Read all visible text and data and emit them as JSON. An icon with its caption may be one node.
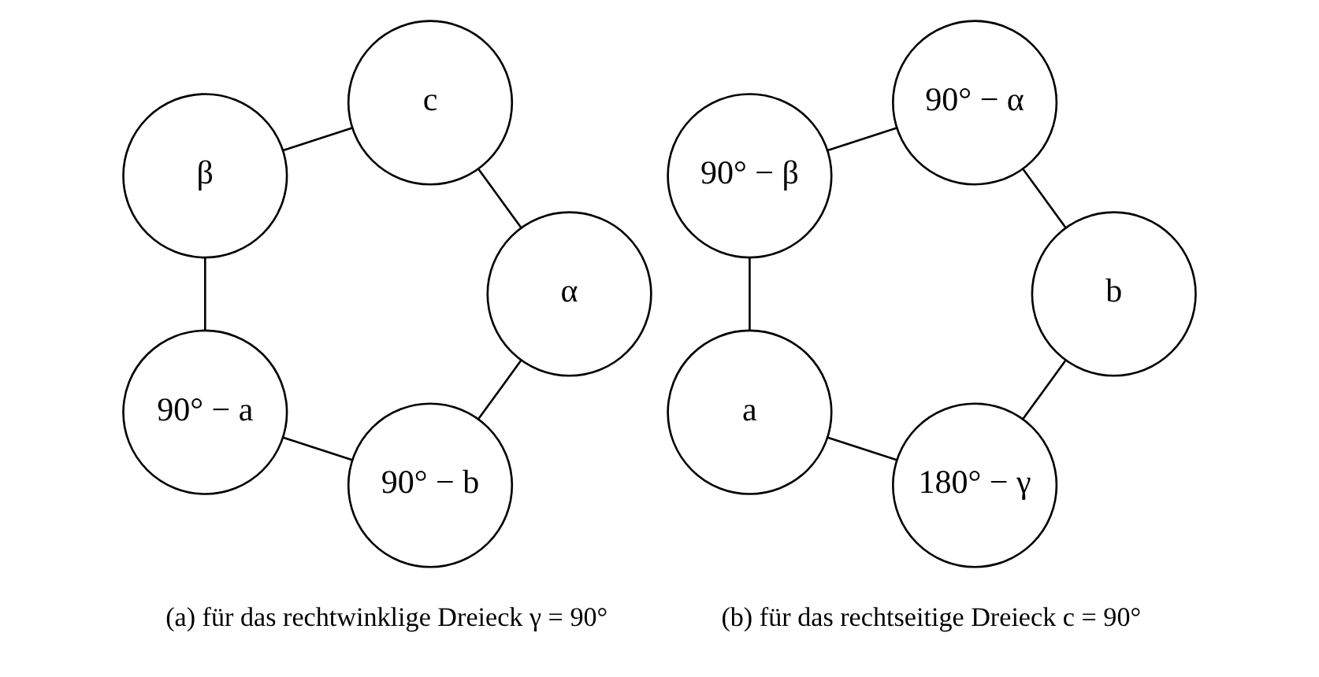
{
  "diagram": {
    "nodes": [
      {
        "text": [
          "90° − b"
        ]
      },
      {
        "text": [
          "90° − a"
        ]
      },
      {
        "text": [
          "α"
        ]
      },
      {
        "text": [
          "β"
        ]
      },
      {
        "text": [
          "c"
        ]
      },
      {
        "text": [
          "180° − γ"
        ]
      },
      {
        "text": [
          "b"
        ]
      },
      {
        "text": [
          "a"
        ]
      },
      {
        "text": [
          "90° − α"
        ]
      },
      {
        "text": [
          "90° − β"
        ]
      }
    ],
    "edges": [
      {
        "from": 0,
        "to": 1,
        "arrow": "none"
      },
      {
        "from": 1,
        "to": 3,
        "arrow": "none"
      },
      {
        "from": 3,
        "to": 4,
        "arrow": "none"
      },
      {
        "from": 4,
        "to": 2,
        "arrow": "none"
      },
      {
        "from": 2,
        "to": 0,
        "arrow": "none"
      },
      {
        "from": 5,
        "to": 7,
        "arrow": "none"
      },
      {
        "from": 7,
        "to": 9,
        "arrow": "none"
      },
      {
        "from": 9,
        "to": 8,
        "arrow": "none"
      },
      {
        "from": 8,
        "to": 6,
        "arrow": "none"
      },
      {
        "from": 6,
        "to": 5,
        "arrow": "none"
      }
    ],
    "labels": [
      "(a) für das rechtwinklige Dreieck γ = 90°",
      "(b) für das rechtseitige Dreieck c = 90°"
    ]
  }
}
